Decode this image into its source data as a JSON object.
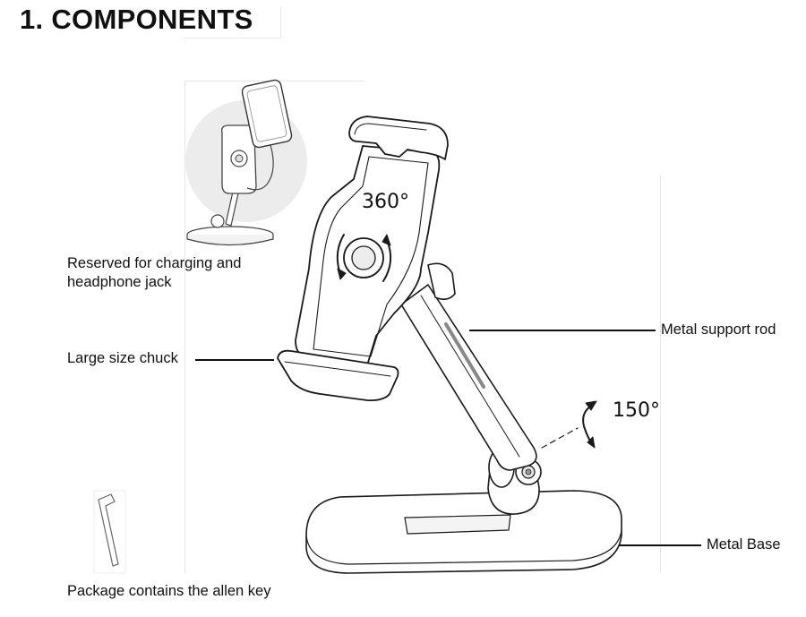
{
  "title": "1. COMPONENTS",
  "labels": {
    "charging": "Reserved for charging and headphone jack",
    "chuck": "Large size chuck",
    "rod": "Metal support rod",
    "base": "Metal Base",
    "allen_key": "Package contains the allen key"
  },
  "angles": {
    "rotation": "360°",
    "tilt": "150°"
  }
}
